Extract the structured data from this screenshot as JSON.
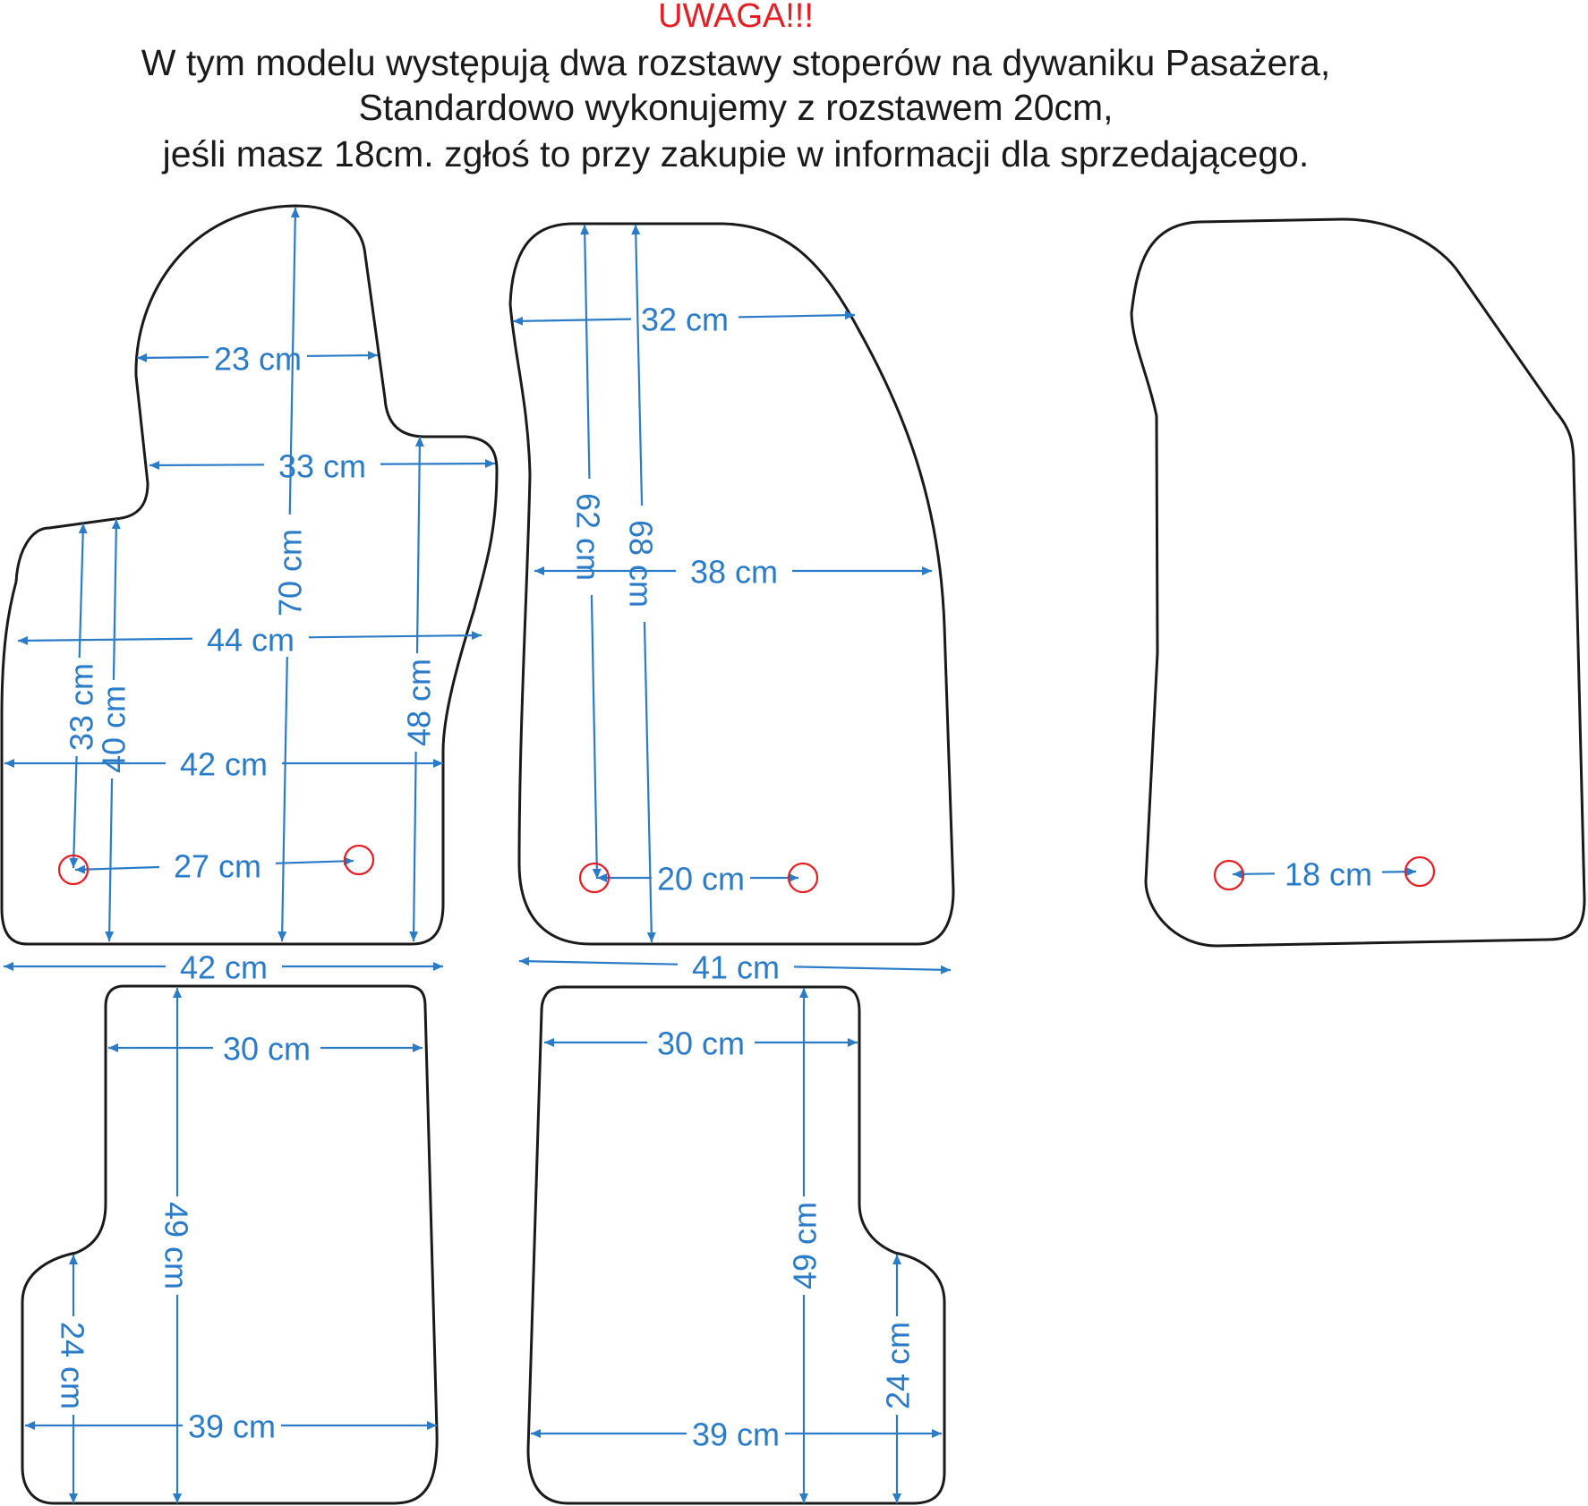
{
  "header": {
    "warning": "UWAGA!!!",
    "lines": [
      "W tym modelu występują dwa rozstawy stoperów na dywaniku Pasażera,",
      "Standardowo wykonujemy z rozstawem 20cm,",
      "jeśli masz 18cm. zgłoś to przy zakupie w informacji dla sprzedającego."
    ]
  },
  "colors": {
    "warning": "#e31e24",
    "dimension": "#2b7bc7",
    "outline": "#1a1a1a",
    "stopper": "#e31e24"
  },
  "mats": {
    "driver": {
      "dims": [
        "23 cm",
        "33 cm",
        "70 cm",
        "44 cm",
        "33 cm",
        "40 cm",
        "48 cm",
        "42 cm",
        "27 cm",
        "42 cm"
      ]
    },
    "passenger": {
      "dims": [
        "32 cm",
        "62 cm",
        "68 cm",
        "38 cm",
        "20 cm",
        "41 cm"
      ]
    },
    "passenger_alt": {
      "dims": [
        "18 cm"
      ]
    },
    "rear_left": {
      "dims": [
        "30 cm",
        "49 cm",
        "24 cm",
        "39 cm"
      ]
    },
    "rear_right": {
      "dims": [
        "30 cm",
        "49 cm",
        "24 cm",
        "39 cm"
      ]
    }
  }
}
